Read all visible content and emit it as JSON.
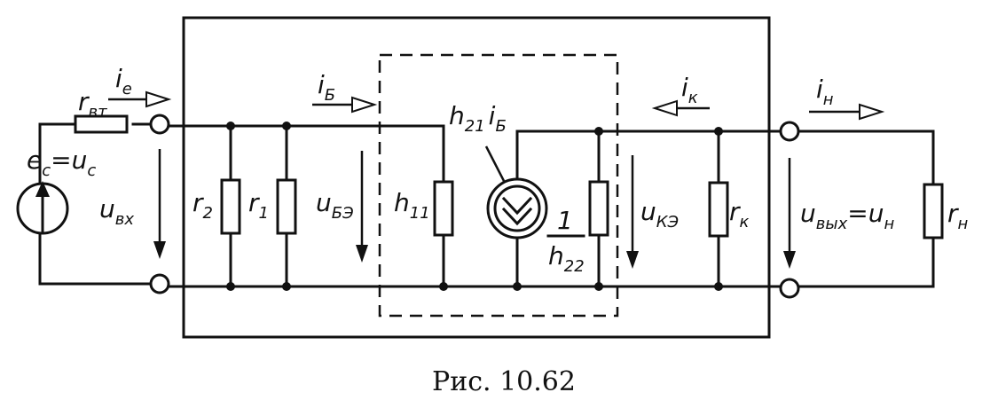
{
  "labels": {
    "r_vt_main": "r",
    "r_vt_sub": "вт",
    "i_e_main": "i",
    "i_e_sub": "e",
    "e_c_main": "e",
    "e_c_sub": "c",
    "e_c_eq": "=u",
    "e_c_eq_sub": "c",
    "u_vx_main": "u",
    "u_vx_sub": "вх",
    "r2_main": "r",
    "r2_sub": "2",
    "r1_main": "r",
    "r1_sub": "1",
    "i_b_main": "i",
    "i_b_sub": "Б",
    "u_be_main": "u",
    "u_be_sub": "БЭ",
    "h11_main": "h",
    "h11_sub": "11",
    "h21_main": "h",
    "h21_sub": "21",
    "h21_i": "i",
    "h21_i_sub": "Б",
    "h22_num": "1",
    "h22_main": "h",
    "h22_sub": "22",
    "i_k_main": "i",
    "i_k_sub": "к",
    "u_ke_main": "u",
    "u_ke_sub": "КЭ",
    "r_k_main": "r",
    "r_k_sub": "к",
    "i_n_main": "i",
    "i_n_sub": "н",
    "u_vyx_main": "u",
    "u_vyx_sub": "вых",
    "u_vyx_eq": "=u",
    "u_vyx_eq_sub": "н",
    "r_n_main": "r",
    "r_n_sub": "н"
  },
  "caption": "Рис. 10.62"
}
